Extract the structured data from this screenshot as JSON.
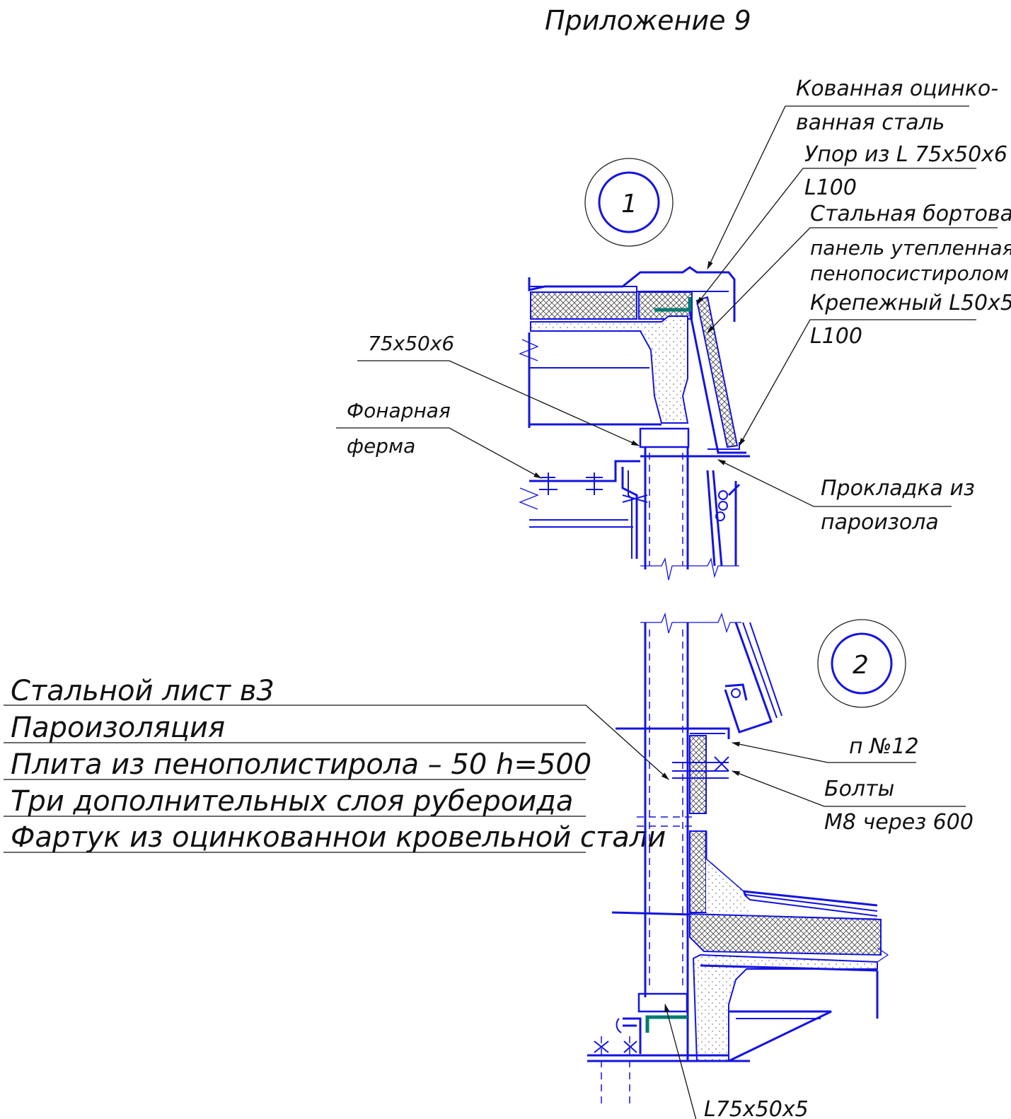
{
  "title": "Приложение 9",
  "detail_markers": [
    "1",
    "2"
  ],
  "detail1_labels": {
    "forged_steel_1": "Кованная оцинко-",
    "forged_steel_2": "ванная сталь",
    "stop_angle": "Упор из L 75x50x6",
    "angle_100_a": "L100",
    "panel_1": "Стальная бортовая",
    "panel_2": "панель утепленная",
    "panel_3": "пенопосистиролом",
    "fastening_angle": "Крепежный L50x5",
    "angle_100_b": "L100",
    "profile": "75x50x6",
    "truss_1": "Фонарная",
    "truss_2": "ферма",
    "gasket_1": "Прокладка из",
    "gasket_2": "пароизола"
  },
  "layer_list": [
    "Стальной лист в3",
    "Пароизоляция",
    "Плита из пенополистирола – 50 h=500",
    "Три дополнительных слоя рубероида",
    "Фартук из оцинкованнои кровельной стали"
  ],
  "detail2_labels": {
    "channel": "п №12",
    "bolts_1": "Болты",
    "bolts_2": "М8 через 600",
    "angle": "L75x50x5"
  },
  "colors": {
    "structure": "#1414e0",
    "angle_highlight": "#007a70",
    "text": "#111111"
  }
}
